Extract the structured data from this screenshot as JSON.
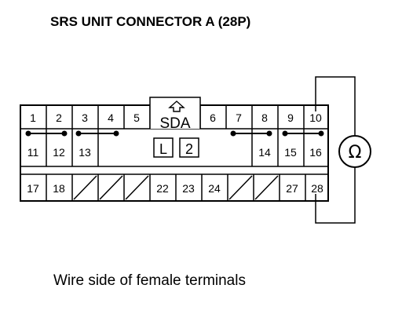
{
  "title": "SRS UNIT CONNECTOR A (28P)",
  "caption": "Wire side of female terminals",
  "connector": {
    "id_label": "SDA",
    "id_boxes": [
      "L",
      "2"
    ],
    "row1": [
      "1",
      "2",
      "3",
      "4",
      "5",
      "",
      "6",
      "7",
      "8",
      "9",
      "10"
    ],
    "row2": [
      "11",
      "12",
      "13",
      "14",
      "15",
      "16"
    ],
    "row3": [
      "17",
      "18",
      "",
      "",
      "",
      "22",
      "23",
      "24",
      "",
      "",
      "27",
      "28"
    ]
  },
  "meter": {
    "symbol": "Ω"
  }
}
